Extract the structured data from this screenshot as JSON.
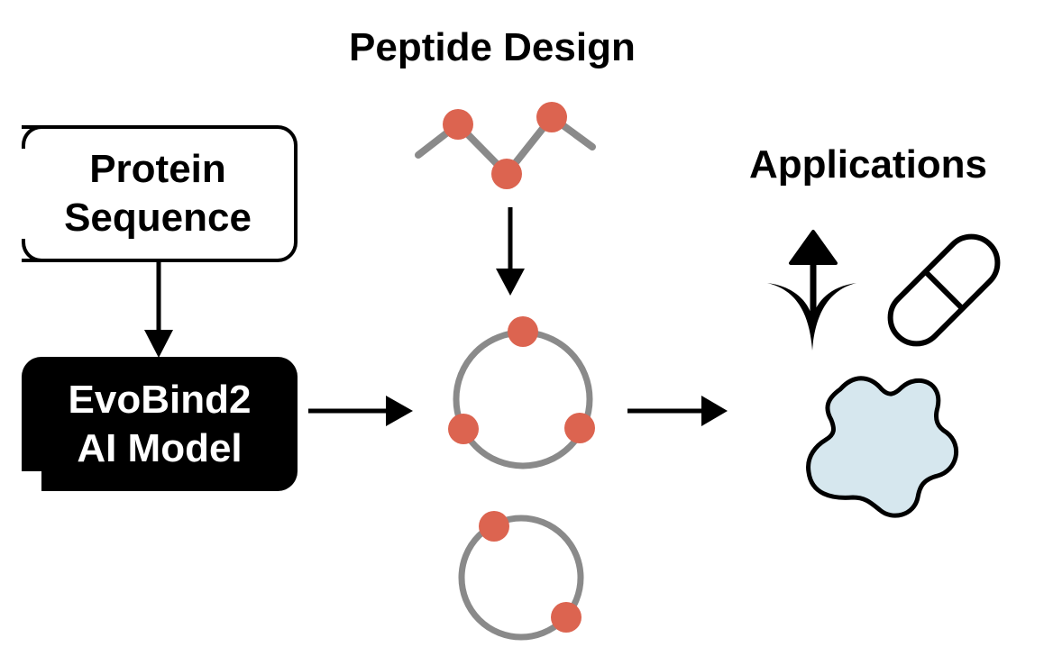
{
  "titles": {
    "peptide_design": "Peptide Design",
    "applications": "Applications"
  },
  "nodes": {
    "protein_sequence": {
      "line1": "Protein",
      "line2": "Sequence"
    },
    "ai_model": {
      "line1": "EvoBind2",
      "line2": "AI Model"
    }
  },
  "icons": {
    "linear_peptide": "linear-peptide-chain-icon",
    "cyclic_peptide_3": "cyclic-peptide-three-residue-icon",
    "cyclic_peptide_2": "cyclic-peptide-two-residue-icon",
    "binding_arrow": "binding-arrow-icon",
    "pill": "pill-capsule-icon",
    "protein_target": "protein-blob-icon"
  },
  "colors": {
    "residue": "#dc6450",
    "backbone": "#8a8a8a",
    "protein_fill": "#d6e7ee",
    "ink": "#000000",
    "model_box": "#000000",
    "model_text": "#ffffff"
  }
}
